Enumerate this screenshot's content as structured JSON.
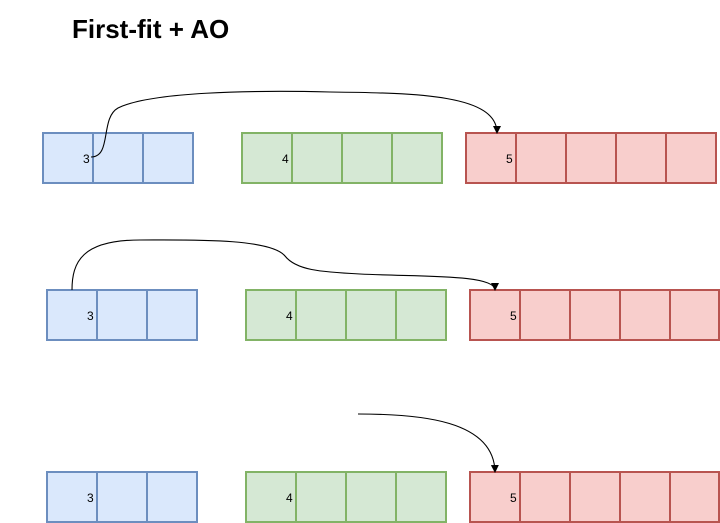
{
  "title": "First-fit + AO",
  "colors": {
    "blue_fill": "#dae8fc",
    "blue_stroke": "#6c8ebf",
    "green_fill": "#d5e8d4",
    "green_stroke": "#82b366",
    "red_fill": "#f8cecc",
    "red_stroke": "#b85450"
  },
  "rows": [
    {
      "blocks": [
        {
          "color": "blue",
          "cells": 3,
          "label": "3"
        },
        {
          "color": "green",
          "cells": 4,
          "label": "4"
        },
        {
          "color": "red",
          "cells": 5,
          "label": "5"
        }
      ]
    },
    {
      "blocks": [
        {
          "color": "blue",
          "cells": 3,
          "label": "3"
        },
        {
          "color": "green",
          "cells": 4,
          "label": "4"
        },
        {
          "color": "red",
          "cells": 5,
          "label": "5"
        }
      ]
    },
    {
      "blocks": [
        {
          "color": "blue",
          "cells": 3,
          "label": "3"
        },
        {
          "color": "green",
          "cells": 4,
          "label": "4"
        },
        {
          "color": "red",
          "cells": 5,
          "label": "5"
        }
      ]
    }
  ]
}
